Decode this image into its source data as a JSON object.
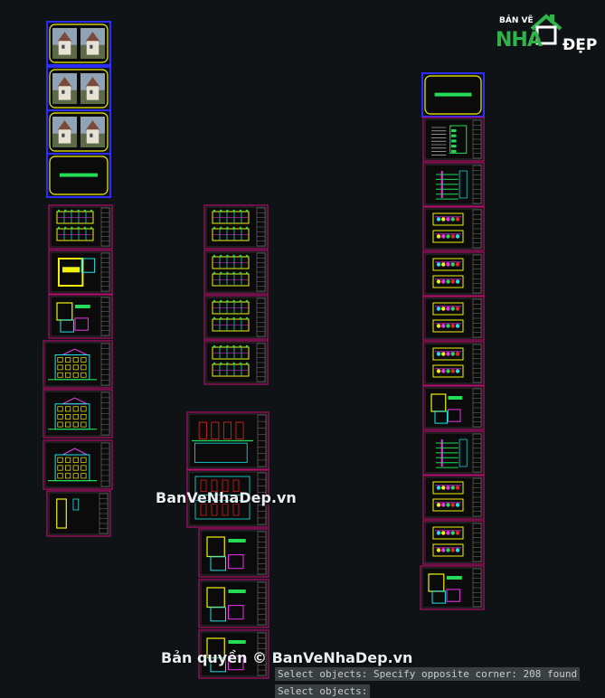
{
  "brand": {
    "top_text": "BẢN VẼ",
    "left_text": "NHÀ",
    "right_text": "ĐẸP",
    "accent": "#2fb34a"
  },
  "watermarks": {
    "middle": "BanVeNhaDep.vn",
    "bottom": "Bản quyền © BanVeNhaDep.vn"
  },
  "command_line": {
    "history": "Select objects: Specify opposite corner: 208 found",
    "prompt": "Select objects:"
  },
  "colors": {
    "background": "#0f1315",
    "frame_title": "#2d2dff",
    "frame_title_inner": "#f2f20a",
    "frame_sheet": "#b0106c",
    "cyan": "#1ee5e5",
    "yellow": "#f2f20a",
    "magenta": "#ee33ee",
    "green": "#22dd55",
    "red": "#ee2222"
  }
}
